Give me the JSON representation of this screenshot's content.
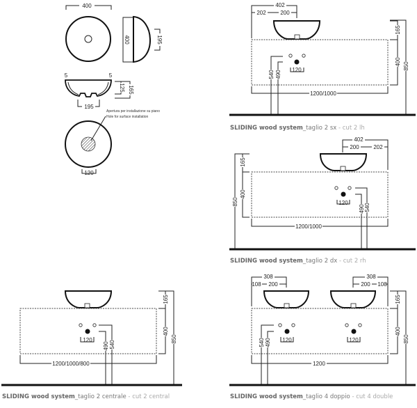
{
  "basin_views": {
    "top_width": "400",
    "side_height": "400",
    "side_depth": "195",
    "rim_left": "5",
    "rim_right": "5",
    "front_inner_height": "125",
    "front_total_height": "165",
    "front_base": "195",
    "note_it": "Apertura per installazione su piano",
    "note_en": "Hole for surface installation",
    "hole_diameter": "120"
  },
  "panel_sx": {
    "d402": "402",
    "d202": "202",
    "d200": "200",
    "d165": "165",
    "d400": "400",
    "d850": "850",
    "d540": "540",
    "d490": "490",
    "d120": "120",
    "width": "1200/1000",
    "caption_brand": "SLIDING wood system",
    "caption_it": "_taglio 2 sx",
    "caption_en": " - cut 2 lh"
  },
  "panel_dx": {
    "d402": "402",
    "d200": "200",
    "d202": "202",
    "d165": "165",
    "d400": "400",
    "d850": "850",
    "d490": "490",
    "d540": "540",
    "d120": "120",
    "width": "1200/1000",
    "caption_brand": "SLIDING wood system",
    "caption_it": "_taglio 2 dx",
    "caption_en": " - cut 2 rh"
  },
  "panel_central": {
    "d165": "165",
    "d400": "400",
    "d850": "850",
    "d490": "490",
    "d540": "540",
    "d120": "120",
    "width": "1200/1000/800",
    "caption_brand": "SLIDING wood system",
    "caption_it": "_taglio 2 centrale",
    "caption_en": " - cut 2 central"
  },
  "panel_double": {
    "d308_left": "308",
    "d108_left": "108",
    "d200_left": "200",
    "d308_right": "308",
    "d200_right": "200",
    "d108_right": "108",
    "d165": "165",
    "d400": "400",
    "d850": "850",
    "d540": "540",
    "d490": "490",
    "d120_left": "120",
    "d120_right": "120",
    "width": "1200",
    "caption_brand": "SLIDING wood system",
    "caption_it": "_taglio 4 doppio",
    "caption_en": " - cut 4 double"
  }
}
